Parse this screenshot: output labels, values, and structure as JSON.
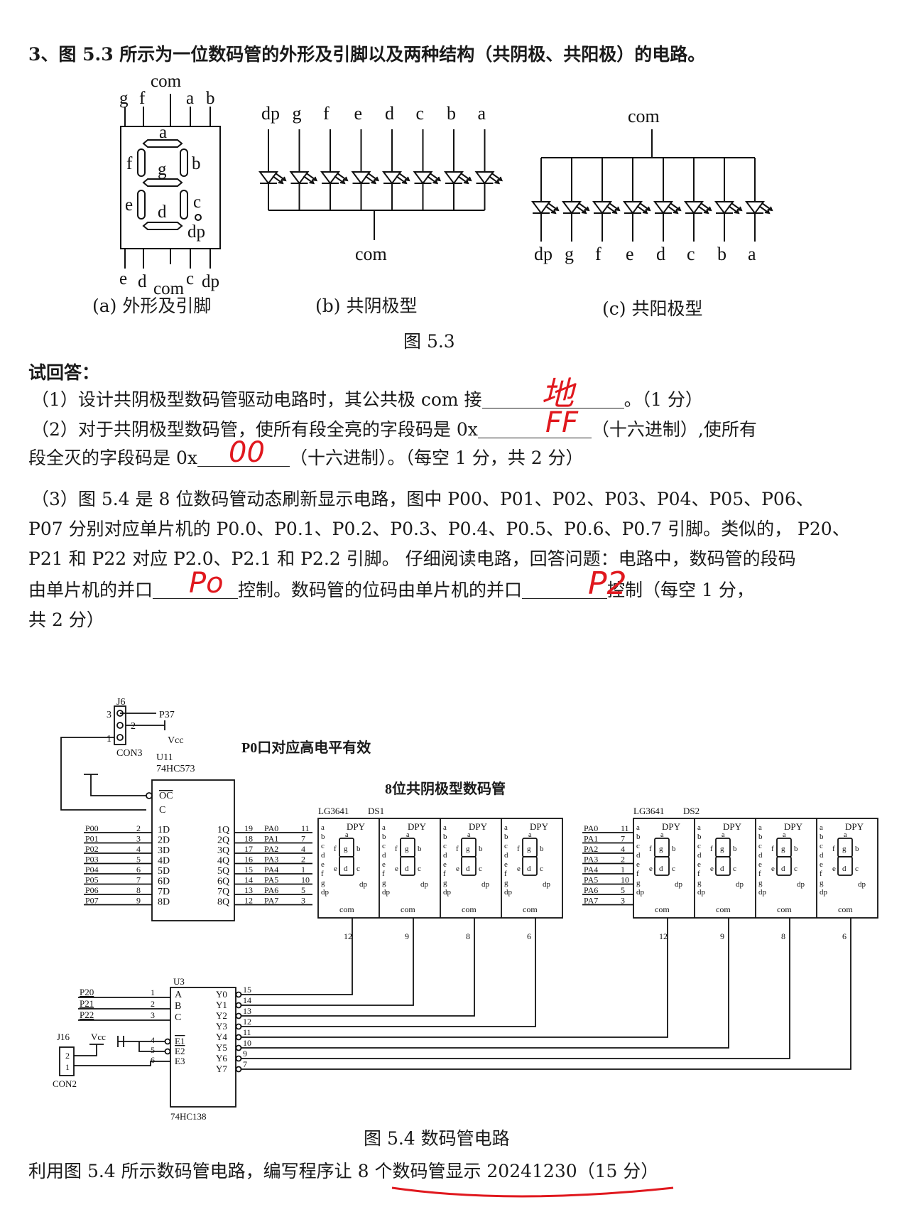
{
  "header": "3、图 5.3 所示为一位数码管的外形及引脚以及两种结构（共阴极、共阳极）的电路。",
  "fig53": {
    "a_pins_top": [
      "g",
      "f",
      "com",
      "a",
      "b"
    ],
    "a_pins_bottom": [
      "e",
      "d",
      "com",
      "c",
      "dp"
    ],
    "a_segments": [
      "a",
      "f",
      "g",
      "b",
      "e",
      "d",
      "c",
      "dp"
    ],
    "b_labels": [
      "dp",
      "g",
      "f",
      "e",
      "d",
      "c",
      "b",
      "a"
    ],
    "b_com": "com",
    "c_com": "com",
    "c_labels": [
      "dp",
      "g",
      "f",
      "e",
      "d",
      "c",
      "b",
      "a"
    ],
    "caption_a": "(a) 外形及引脚",
    "caption_b": "(b) 共阴极型",
    "caption_c": "(c) 共阳极型",
    "caption": "图 5.3"
  },
  "questions": {
    "intro": "试回答：",
    "q1_pre": "（1）设计共阴极型数码管驱动电路时，其公共极 com 接",
    "q1_post": "。（1 分）",
    "q1_answer": "地",
    "q2_pre": "（2）对于共阴极型数码管，使所有段全亮的字段码是 0x",
    "q2_mid": "（十六进制）,使所有",
    "q2_answer1": "FF",
    "q2_line2_pre": "段全灭的字段码是 0x",
    "q2_answer2": "00",
    "q2_post": "（十六进制）。（每空 1 分，共 2 分）",
    "q3_line1": "（3）图 5.4 是 8 位数码管动态刷新显示电路，图中 P00、P01、P02、P03、P04、P05、P06、",
    "q3_line2": "P07 分别对应单片机的 P0.0、P0.1、P0.2、P0.3、P0.4、P0.5、P0.6、P0.7 引脚。类似的， P20、",
    "q3_line3": "P21 和 P22 对应 P2.0、P2.1 和 P2.2 引脚。 仔细阅读电路，回答问题：电路中，数码管的段码",
    "q3_line4_pre": "由单片机的并口",
    "q3_answer1": "Po",
    "q3_line4_mid": "控制。数码管的位码由单片机的并口",
    "q3_answer2": "P2",
    "q3_line4_post": "控制（每空 1 分，",
    "q3_line5": "共 2 分）"
  },
  "fig54": {
    "j6": "J6",
    "p37": "P37",
    "vcc": "Vcc",
    "con3": "CON3",
    "u11": "U11",
    "hc573": "74HC573",
    "note": "P0口对应高电平有效",
    "title": "8位共阴极型数码管",
    "oc": "OC",
    "c": "C",
    "p0_pins": [
      "P00",
      "P01",
      "P02",
      "P03",
      "P04",
      "P05",
      "P06",
      "P07"
    ],
    "d_pins": [
      "1D",
      "2D",
      "3D",
      "4D",
      "5D",
      "6D",
      "7D",
      "8D"
    ],
    "d_nums": [
      "2",
      "3",
      "4",
      "5",
      "6",
      "7",
      "8",
      "9"
    ],
    "q_pins": [
      "1Q",
      "2Q",
      "3Q",
      "4Q",
      "5Q",
      "6Q",
      "7Q",
      "8Q"
    ],
    "q_nums": [
      "19",
      "18",
      "17",
      "16",
      "15",
      "14",
      "13",
      "12"
    ],
    "pa_labels": [
      "PA0",
      "PA1",
      "PA2",
      "PA3",
      "PA4",
      "PA5",
      "PA6",
      "PA7"
    ],
    "pa_nums": [
      "11",
      "7",
      "4",
      "2",
      "1",
      "10",
      "5",
      "3"
    ],
    "module": "LG3641",
    "ds1": "DS1",
    "ds2": "DS2",
    "dpy": "DPY",
    "seg_left": [
      "a",
      "b",
      "c",
      "d",
      "e",
      "f",
      "g",
      "dp"
    ],
    "com": "com",
    "digit_pins": [
      "12",
      "9",
      "8",
      "6"
    ],
    "u3": "U3",
    "hc138": "74HC138",
    "p2_pins": [
      "P20",
      "P21",
      "P22"
    ],
    "abc": [
      "A",
      "B",
      "C"
    ],
    "abc_nums": [
      "1",
      "2",
      "3"
    ],
    "y_pins": [
      "Y0",
      "Y1",
      "Y2",
      "Y3",
      "Y4",
      "Y5",
      "Y6",
      "Y7"
    ],
    "y_nums": [
      "15",
      "14",
      "13",
      "12",
      "11",
      "10",
      "9",
      "7"
    ],
    "e_pins": [
      "E1",
      "E2",
      "E3"
    ],
    "e_nums": [
      "4",
      "5",
      "6"
    ],
    "j16": "J16",
    "con2": "CON2",
    "caption": "图 5.4   数码管电路"
  },
  "footer": "利用图 5.4 所示数码管电路，编写程序让 8 个数码管显示 20241230（15 分）",
  "colors": {
    "ink": "#1a1a1a",
    "pen": "#e0181e"
  }
}
